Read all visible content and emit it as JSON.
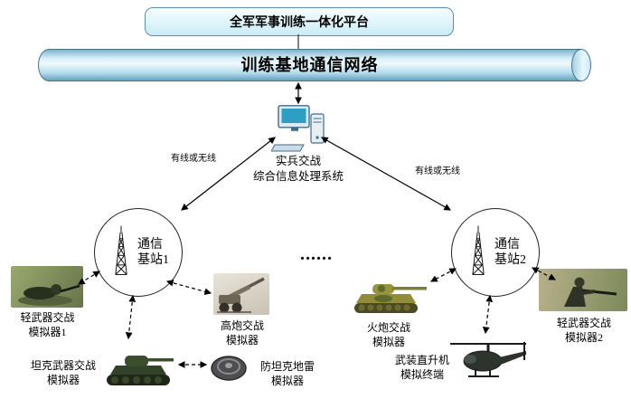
{
  "platform": {
    "title": "全军军事训练一体化平台"
  },
  "network": {
    "title": "训练基地通信网络"
  },
  "processor": {
    "line1": "实兵交战",
    "line2": "综合信息处理系统"
  },
  "links": {
    "left": "有线或无线",
    "right": "有线或无线"
  },
  "stations": {
    "s1": {
      "line1": "通信",
      "line2": "基站1"
    },
    "s2": {
      "line1": "通信",
      "line2": "基站2"
    },
    "ellipsis": "......"
  },
  "simulators": {
    "light1": {
      "line1": "轻武器交战",
      "line2": "模拟器1"
    },
    "tank": {
      "line1": "坦克武器交战",
      "line2": "模拟器"
    },
    "aagun": {
      "line1": "高炮交战",
      "line2": "模拟器"
    },
    "mine": {
      "line1": "防坦克地雷",
      "line2": "模拟器"
    },
    "artillery": {
      "line1": "火炮交战",
      "line2": "模拟器"
    },
    "helicopter": {
      "line1": "武装直升机",
      "line2": "模拟终端"
    },
    "light2": {
      "line1": "轻武器交战",
      "line2": "模拟器2"
    }
  },
  "colors": {
    "cylinder_fill": "#b3dcec",
    "platform_fill": "#dff4fb",
    "outline": "#44758f",
    "line": "#000000"
  }
}
